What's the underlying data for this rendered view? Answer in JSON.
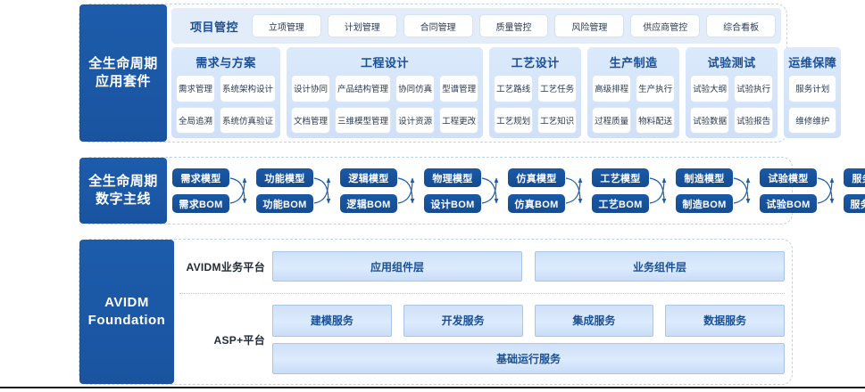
{
  "sections": {
    "application_suite": {
      "side_label_line1": "全生命周期",
      "side_label_line2": "应用套件",
      "project_control": {
        "title": "项目管控",
        "items": [
          "立项管理",
          "计划管理",
          "合同管理",
          "质量管控",
          "风险管理",
          "供应商管控",
          "综合看板"
        ]
      },
      "groups": [
        {
          "title": "需求与方案",
          "row1": [
            "需求管理",
            "系统架构设计"
          ],
          "row2": [
            "全局追溯",
            "系统仿真验证"
          ]
        },
        {
          "title": "工程设计",
          "row1": [
            "设计协同",
            "产品结构管理",
            "协同仿真",
            "型谱管理"
          ],
          "row2": [
            "文档管理",
            "三维模型管理",
            "设计资源",
            "工程更改"
          ]
        },
        {
          "title": "工艺设计",
          "row1": [
            "工艺路线",
            "工艺任务"
          ],
          "row2": [
            "工艺规划",
            "工艺知识"
          ]
        },
        {
          "title": "生产制造",
          "row1": [
            "高级排程",
            "生产执行"
          ],
          "row2": [
            "过程质量",
            "物料配送"
          ]
        },
        {
          "title": "试验测试",
          "row1": [
            "试验大纲",
            "试验执行"
          ],
          "row2": [
            "试验数据",
            "试验报告"
          ]
        },
        {
          "title": "运维保障",
          "row1": [
            "服务计划"
          ],
          "row2": [
            "维修维护"
          ]
        }
      ]
    },
    "digital_thread": {
      "side_label_line1": "全生命周期",
      "side_label_line2": "数字主线",
      "columns": [
        {
          "model": "需求模型",
          "bom": "需求BOM"
        },
        {
          "model": "功能模型",
          "bom": "功能BOM"
        },
        {
          "model": "逻辑模型",
          "bom": "逻辑BOM"
        },
        {
          "model": "物理模型",
          "bom": "设计BOM"
        },
        {
          "model": "仿真模型",
          "bom": "仿真BOM"
        },
        {
          "model": "工艺模型",
          "bom": "工艺BOM"
        },
        {
          "model": "制造模型",
          "bom": "制造BOM"
        },
        {
          "model": "试验模型",
          "bom": "试验BOM"
        },
        {
          "model": "服务模型",
          "bom": "服务BOM"
        }
      ]
    },
    "foundation": {
      "side_label_line1": "AVIDM",
      "side_label_line2": "Foundation",
      "business_platform": {
        "name": "AVIDM业务平台",
        "layers": [
          "应用组件层",
          "业务组件层"
        ]
      },
      "asp_platform": {
        "name": "ASP+平台",
        "services": [
          "建模服务",
          "开发服务",
          "集成服务",
          "数据服务"
        ],
        "base_service": "基础运行服务"
      }
    }
  },
  "colors": {
    "brand_blue": "#1b5aa8",
    "thread_box": "#16529b",
    "group_bg": "#d9e7fa",
    "light_blue_box": "#cfe1f8",
    "panel_border": "#bcd3ea",
    "title_text": "#1a4f96"
  }
}
